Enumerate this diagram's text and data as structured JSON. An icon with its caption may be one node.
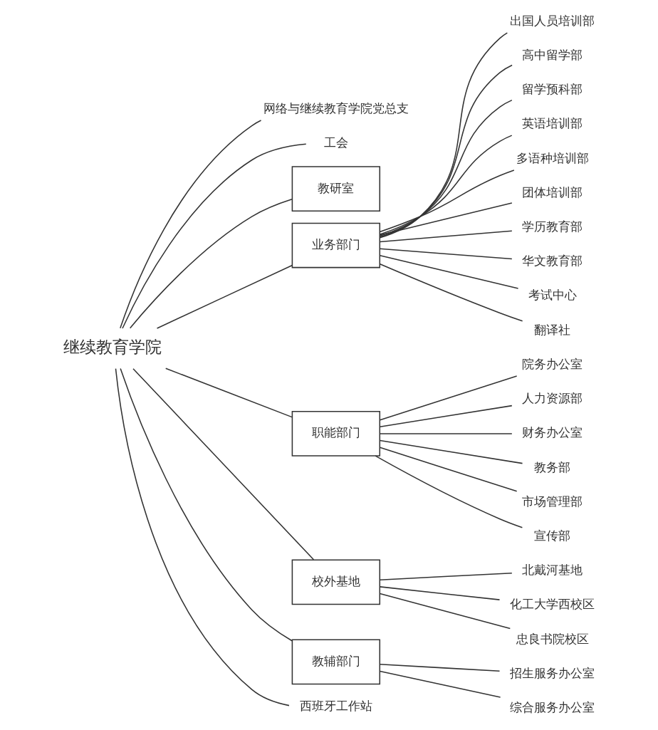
{
  "diagram": {
    "nodes": [
      {
        "text": [
          "继续教育学院"
        ]
      },
      {
        "text": [
          "网络与继续教育学院党总支"
        ]
      },
      {
        "text": [
          "工会"
        ]
      },
      {
        "text": [
          "教研室"
        ]
      },
      {
        "text": [
          "业务部门"
        ]
      },
      {
        "text": [
          "出国人员培训部"
        ]
      },
      {
        "text": [
          "高中留学部"
        ]
      },
      {
        "text": [
          "留学预科部"
        ]
      },
      {
        "text": [
          "英语培训部"
        ]
      },
      {
        "text": [
          "多语种培训部"
        ]
      },
      {
        "text": [
          "团体培训部"
        ]
      },
      {
        "text": [
          "学历教育部"
        ]
      },
      {
        "text": [
          "华文教育部"
        ]
      },
      {
        "text": [
          "考试中心"
        ]
      },
      {
        "text": [
          "翻译社"
        ]
      },
      {
        "text": [
          "职能部门"
        ]
      },
      {
        "text": [
          "院务办公室"
        ]
      },
      {
        "text": [
          "人力资源部"
        ]
      },
      {
        "text": [
          "财务办公室"
        ]
      },
      {
        "text": [
          "教务部"
        ]
      },
      {
        "text": [
          "市场管理部"
        ]
      },
      {
        "text": [
          "宣传部"
        ]
      },
      {
        "text": [
          "校外基地"
        ]
      },
      {
        "text": [
          "北戴河基地"
        ]
      },
      {
        "text": [
          "化工大学西校区"
        ]
      },
      {
        "text": [
          "忠良书院校区"
        ]
      },
      {
        "text": [
          "教辅部门"
        ]
      },
      {
        "text": [
          "招生服务办公室"
        ]
      },
      {
        "text": [
          "综合服务办公室"
        ]
      },
      {
        "text": [
          "西班牙工作站"
        ]
      }
    ],
    "edges": [
      {
        "from": 0,
        "to": 1,
        "arrow": "none"
      },
      {
        "from": 0,
        "to": 2,
        "arrow": "none"
      },
      {
        "from": 0,
        "to": 3,
        "arrow": "none"
      },
      {
        "from": 0,
        "to": 4,
        "arrow": "none"
      },
      {
        "from": 4,
        "to": 5,
        "arrow": "none"
      },
      {
        "from": 4,
        "to": 6,
        "arrow": "none"
      },
      {
        "from": 4,
        "to": 7,
        "arrow": "none"
      },
      {
        "from": 4,
        "to": 8,
        "arrow": "none"
      },
      {
        "from": 4,
        "to": 9,
        "arrow": "none"
      },
      {
        "from": 4,
        "to": 10,
        "arrow": "none"
      },
      {
        "from": 4,
        "to": 11,
        "arrow": "none"
      },
      {
        "from": 4,
        "to": 12,
        "arrow": "none"
      },
      {
        "from": 4,
        "to": 13,
        "arrow": "none"
      },
      {
        "from": 4,
        "to": 14,
        "arrow": "none"
      },
      {
        "from": 0,
        "to": 15,
        "arrow": "none"
      },
      {
        "from": 15,
        "to": 16,
        "arrow": "none"
      },
      {
        "from": 15,
        "to": 17,
        "arrow": "none"
      },
      {
        "from": 15,
        "to": 18,
        "arrow": "none"
      },
      {
        "from": 15,
        "to": 19,
        "arrow": "none"
      },
      {
        "from": 15,
        "to": 20,
        "arrow": "none"
      },
      {
        "from": 15,
        "to": 21,
        "arrow": "none"
      },
      {
        "from": 0,
        "to": 22,
        "arrow": "none"
      },
      {
        "from": 22,
        "to": 23,
        "arrow": "none"
      },
      {
        "from": 22,
        "to": 24,
        "arrow": "none"
      },
      {
        "from": 22,
        "to": 25,
        "arrow": "none"
      },
      {
        "from": 0,
        "to": 26,
        "arrow": "none"
      },
      {
        "from": 26,
        "to": 27,
        "arrow": "none"
      },
      {
        "from": 26,
        "to": 28,
        "arrow": "none"
      },
      {
        "from": 0,
        "to": 29,
        "arrow": "none"
      }
    ]
  }
}
